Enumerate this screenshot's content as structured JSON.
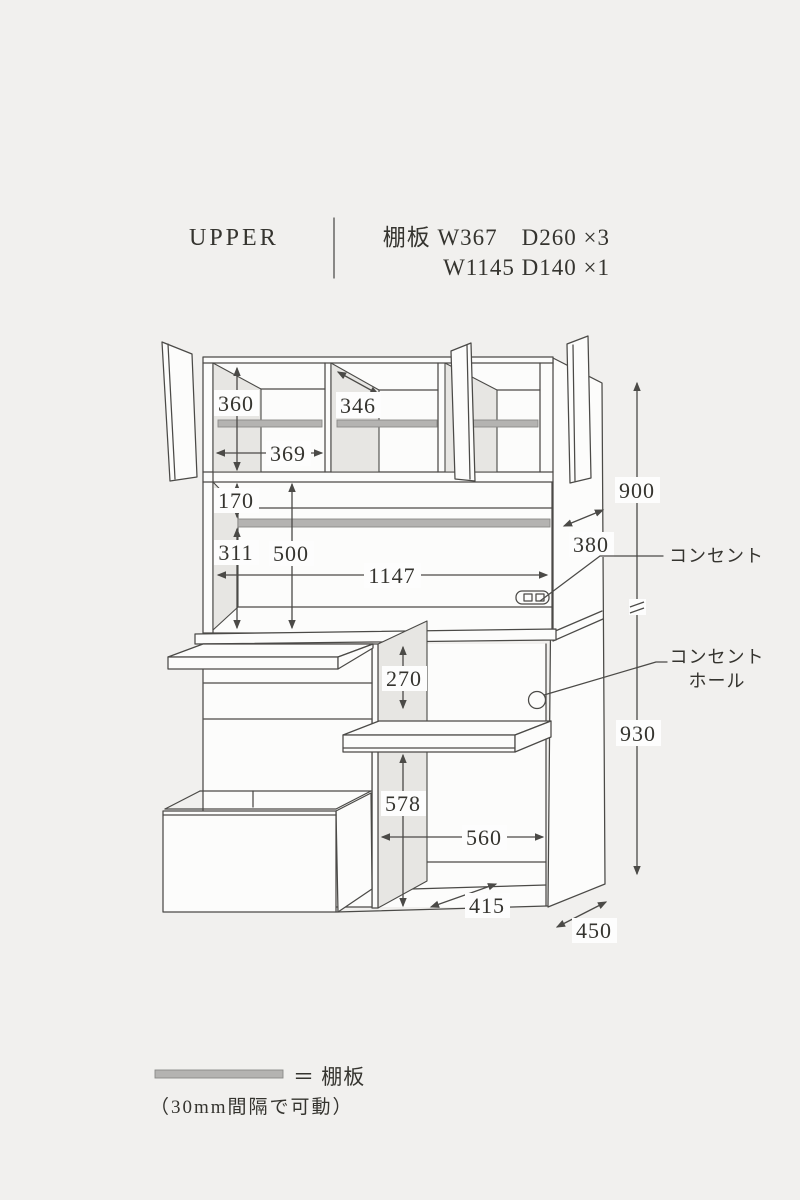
{
  "header": {
    "title": "UPPER",
    "spec_line1": "棚板 W367　D260 ×3",
    "spec_line2": "W1145 D140 ×1"
  },
  "dims": {
    "d360": "360",
    "d346": "346",
    "d369": "369",
    "d170": "170",
    "d311": "311",
    "d500": "500",
    "d1147": "1147",
    "d380": "380",
    "d900": "900",
    "d930": "930",
    "d270": "270",
    "d578": "578",
    "d560": "560",
    "d415": "415",
    "d450": "450"
  },
  "callouts": {
    "outlet": "コンセント",
    "outlet_hole_line1": "コンセント",
    "outlet_hole_line2": "ホール"
  },
  "legend": {
    "label": "＝ 棚板",
    "note": "（30mm間隔で可動）"
  },
  "colors": {
    "bg": "#f1f0ee",
    "ink": "#35342f",
    "line": "#4b4a47",
    "shade": "#e7e6e3",
    "shelf": "#b4b3b1",
    "halo": "#fdfdfd"
  }
}
